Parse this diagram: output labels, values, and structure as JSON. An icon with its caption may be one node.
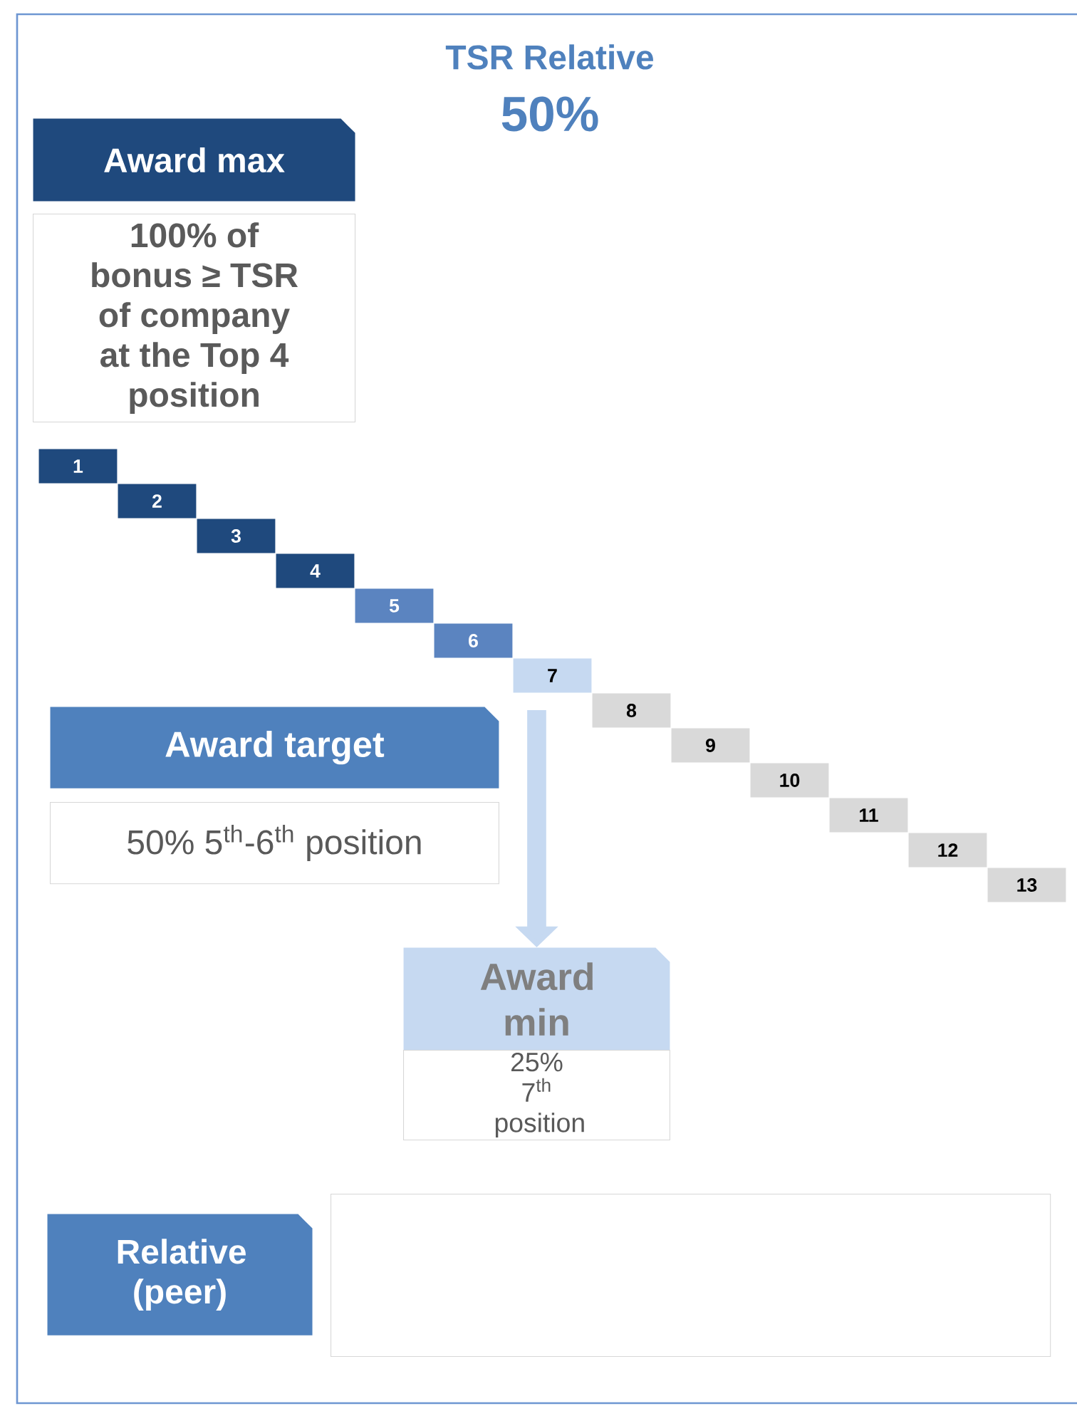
{
  "diagram": {
    "title": "TSR Relative",
    "nodes": [
      {
        "text": [
          "Award max"
        ]
      },
      {
        "text": [
          "100% of bonus ≥ TSR of company at the Top 4 position"
        ]
      },
      {
        "text": [
          "1"
        ]
      },
      {
        "text": [
          "2"
        ]
      },
      {
        "text": [
          "3"
        ]
      },
      {
        "text": [
          "4"
        ]
      },
      {
        "text": [
          "5"
        ]
      },
      {
        "text": [
          "6"
        ]
      },
      {
        "text": [
          "7"
        ]
      },
      {
        "text": [
          "8"
        ]
      },
      {
        "text": [
          "9"
        ]
      },
      {
        "text": [
          "10"
        ]
      },
      {
        "text": [
          "11"
        ]
      },
      {
        "text": [
          "12"
        ]
      },
      {
        "text": [
          "13"
        ]
      },
      {
        "text": [
          "Award target"
        ]
      },
      {
        "text": [
          "50% 5$^{th}$-6$^{th}$ position"
        ]
      },
      {
        "text": [
          "Award min"
        ]
      },
      {
        "text": [
          "25% 7$^{th}$ position"
        ]
      },
      {
        "text": [
          "Relative (peer)"
        ]
      },
      {
        "text": [],
        "shape": "box"
      }
    ],
    "edges": [
      {
        "from": 8,
        "to": 17,
        "arrow": "to"
      }
    ],
    "labels": [
      "50%"
    ]
  }
}
